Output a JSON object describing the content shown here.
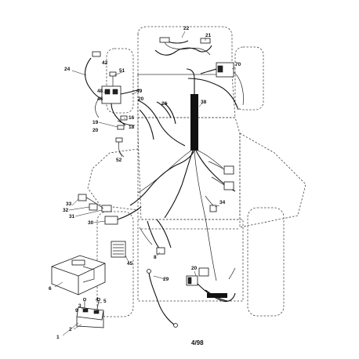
{
  "diagram": {
    "callouts": {
      "c1": "1",
      "c2": "2",
      "c3": "3",
      "c4": "4",
      "c5": "5",
      "c6": "6",
      "c8": "8",
      "c9": "9",
      "c16": "16",
      "c18": "18",
      "c19": "19",
      "c20": "20",
      "c20b": "20",
      "c20c": "20",
      "c21": "21",
      "c22": "22",
      "c24": "24",
      "c26": "26",
      "c29": "29",
      "c30": "30",
      "c31": "31",
      "c32": "32",
      "c33": "33",
      "c34": "34",
      "c38": "38",
      "c42": "42",
      "c45": "45",
      "c46": "46",
      "c48": "48",
      "c49": "49",
      "c51": "51",
      "c52": "52",
      "c70": "70"
    },
    "footer": "4/98"
  }
}
